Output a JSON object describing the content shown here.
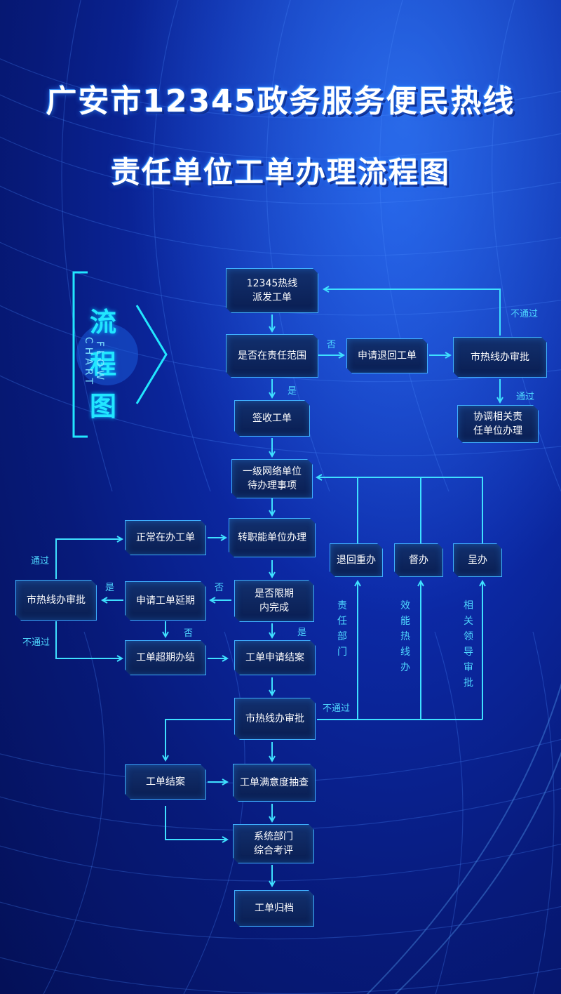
{
  "title_line1": "广安市12345政务服务便民热线",
  "title_line2": "责任单位工单办理流程图",
  "badge": {
    "chars": [
      "流",
      "程",
      "图"
    ],
    "en": "FLOW CHART"
  },
  "nodes": {
    "dispatch": "12345热线\n派发工单",
    "in_scope": "是否在责任范围",
    "apply_return": "申请退回工单",
    "hotline_approve_top": "市热线办审批",
    "coordinate": "协调相关责\n任单位办理",
    "sign": "签收工单",
    "level1": "一级网络单位\n待办理事项",
    "normal": "正常在办工单",
    "transfer": "转职能单位办理",
    "hotline_approve_left": "市热线办审批",
    "apply_extend": "申请工单延期",
    "on_time": "是否限期\n内完成",
    "overdue": "工单超期办结",
    "apply_close": "工单申请结案",
    "return_redo": "退回重办",
    "supervise": "督办",
    "report": "呈办",
    "hotline_approve_bottom": "市热线办审批",
    "close": "工单结案",
    "satisfaction": "工单满意度抽查",
    "evaluate": "系统部门\n综合考评",
    "archive": "工单归档"
  },
  "labels": {
    "no_pass_top": "不通过",
    "no_1": "否",
    "pass_top": "通过",
    "yes_1": "是",
    "pass_left": "通过",
    "yes_2": "是",
    "no_2": "否",
    "no_3": "否",
    "no_pass_left": "不通过",
    "yes_3": "是",
    "no_pass_bottom": "不通过"
  },
  "vertical_labels": {
    "dept": "责任部门",
    "hotline": "效能热线办",
    "leader": "相关领导审批"
  },
  "colors": {
    "accent": "#22e6ff",
    "line": "#3fe0ff",
    "node_border": "#3fb0ff"
  }
}
